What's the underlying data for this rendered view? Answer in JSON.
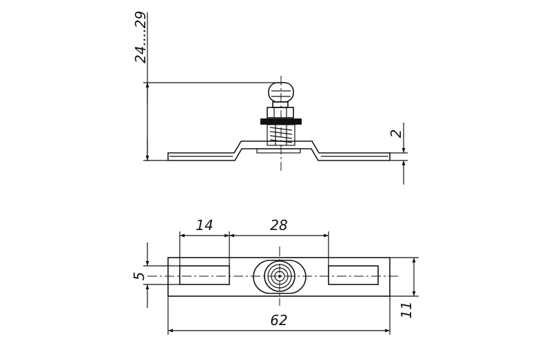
{
  "side_view": {
    "height_range_label": "24....29",
    "thickness_label": "2"
  },
  "top_view": {
    "slot_length_label": "14",
    "slot_spacing_label": "28",
    "slot_width_label": "5",
    "total_width_label": "11",
    "total_length_label": "62"
  }
}
